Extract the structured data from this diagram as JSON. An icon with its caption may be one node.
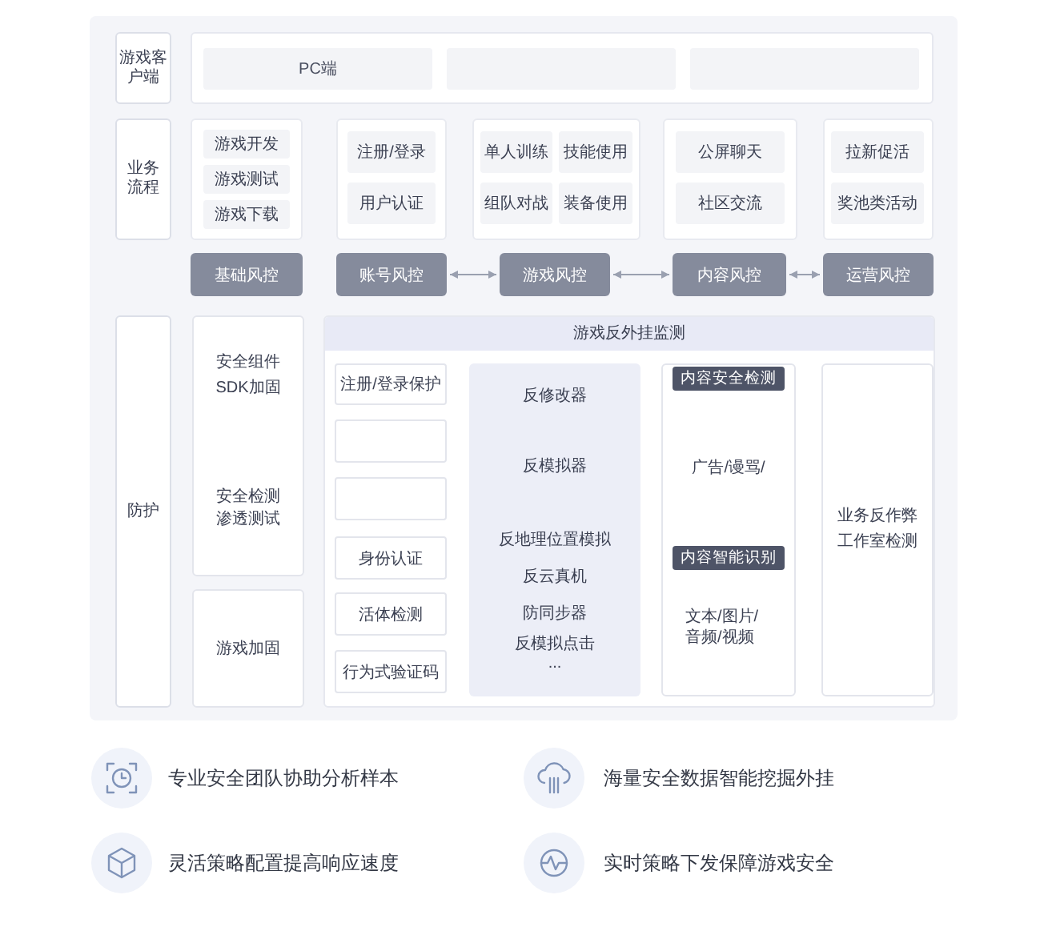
{
  "diagram": {
    "nodes": [
      {
        "text": [
          "游戏客户端"
        ]
      },
      {
        "text": [],
        "shape": "box"
      },
      {
        "text": [
          "PC端"
        ],
        "in": 1
      },
      {
        "text": [],
        "shape": "box",
        "in": 1
      },
      {
        "text": [],
        "shape": "box",
        "in": 1
      },
      {
        "text": [
          "业务流程"
        ]
      },
      {
        "text": [],
        "shape": "box"
      },
      {
        "text": [
          "游戏开发"
        ],
        "in": 6
      },
      {
        "text": [
          "游戏测试"
        ],
        "in": 6
      },
      {
        "text": [
          "游戏下载"
        ],
        "in": 6
      },
      {
        "text": [],
        "shape": "box"
      },
      {
        "text": [
          "注册/登录"
        ],
        "in": 10
      },
      {
        "text": [
          "用户认证"
        ],
        "in": 10
      },
      {
        "text": [],
        "shape": "box"
      },
      {
        "text": [
          "单人训练"
        ],
        "in": 13
      },
      {
        "text": [
          "技能使用"
        ],
        "in": 13
      },
      {
        "text": [
          "组队对战"
        ],
        "in": 13
      },
      {
        "text": [
          "装备使用"
        ],
        "in": 13
      },
      {
        "text": [],
        "shape": "box"
      },
      {
        "text": [
          "公屏聊天"
        ],
        "in": 18
      },
      {
        "text": [
          "社区交流"
        ],
        "in": 18
      },
      {
        "text": [],
        "shape": "box"
      },
      {
        "text": [
          "拉新促活"
        ],
        "in": 21
      },
      {
        "text": [
          "奖池类活动"
        ],
        "in": 21
      },
      {
        "text": [
          "基础风控"
        ]
      },
      {
        "text": [
          "账号风控"
        ]
      },
      {
        "text": [
          "游戏风控"
        ]
      },
      {
        "text": [
          "内容风控"
        ]
      },
      {
        "text": [
          "运营风控"
        ]
      },
      {
        "text": [
          "防护"
        ]
      },
      {
        "text": [
          "安全组件",
          "SDK加固",
          "安全检测",
          "渗透测试"
        ]
      },
      {
        "text": [
          "游戏加固"
        ]
      },
      {
        "text": [
          "游戏反外挂监测"
        ]
      },
      {
        "text": [
          "注册/登录保护"
        ],
        "in": 32
      },
      {
        "text": [],
        "shape": "box",
        "in": 32
      },
      {
        "text": [],
        "shape": "box",
        "in": 32
      },
      {
        "text": [
          "身份认证"
        ],
        "in": 32
      },
      {
        "text": [
          "活体检测"
        ],
        "in": 32
      },
      {
        "text": [
          "行为式验证码"
        ],
        "in": 32
      },
      {
        "text": [
          "反修改器",
          "反模拟器",
          "反地理位置模拟",
          "反云真机",
          "防同步器",
          "反模拟点击",
          "..."
        ],
        "in": 32
      },
      {
        "text": [
          "广告/谩骂/",
          "文本/图片/音频/视频"
        ],
        "in": 32
      },
      {
        "text": [
          "内容安全检测"
        ],
        "in": 40
      },
      {
        "text": [
          "内容智能识别"
        ],
        "in": 40
      },
      {
        "text": [
          "业务反作弊工作室检测"
        ],
        "in": 32
      }
    ],
    "edges": [
      {
        "from": 25,
        "to": 26,
        "arrow": "both"
      },
      {
        "from": 26,
        "to": 27,
        "arrow": "both"
      },
      {
        "from": 27,
        "to": 28,
        "arrow": "both"
      }
    ],
    "labels": [
      "专业安全团队协助分析样本",
      "海量安全数据智能挖掘外挂",
      "灵活策略配置提高响应速度",
      "实时策略下发保障游戏安全"
    ]
  }
}
